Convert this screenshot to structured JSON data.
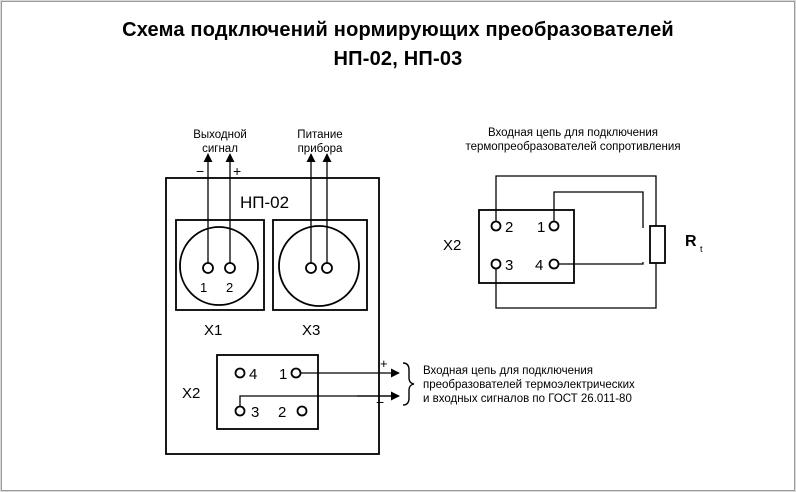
{
  "title": {
    "line1": "Схема подключений нормирующих преобразователей",
    "line2": "НП-02, НП-03"
  },
  "labels": {
    "output_line1": "Выходной",
    "output_line2": "сигнал",
    "minus": "−",
    "plus": "+",
    "power_line1": "Питание",
    "power_line2": "прибора",
    "device": "НП-02",
    "pin1": "1",
    "pin2": "2",
    "x1": "X1",
    "x3": "X3",
    "x2": "X2",
    "x2_pin4": "4",
    "x2_pin1": "1",
    "x2_pin3": "3",
    "x2_pin2": "2",
    "tc_plus": "+",
    "tc_minus": "−",
    "tc_desc1": "Входная цепь для подключения",
    "tc_desc2": "преобразователей термоэлектрических",
    "tc_desc3": "и входных сигналов по ГОСТ 26.011-80",
    "rtd_desc1": "Входная цепь для подключения",
    "rtd_desc2": "термопреобразователей сопротивления",
    "rtd_x2": "X2",
    "rtd_pin2": "2",
    "rtd_pin1": "1",
    "rtd_pin3": "3",
    "rtd_pin4": "4",
    "rt_main": "R",
    "rt_sub": "t"
  }
}
